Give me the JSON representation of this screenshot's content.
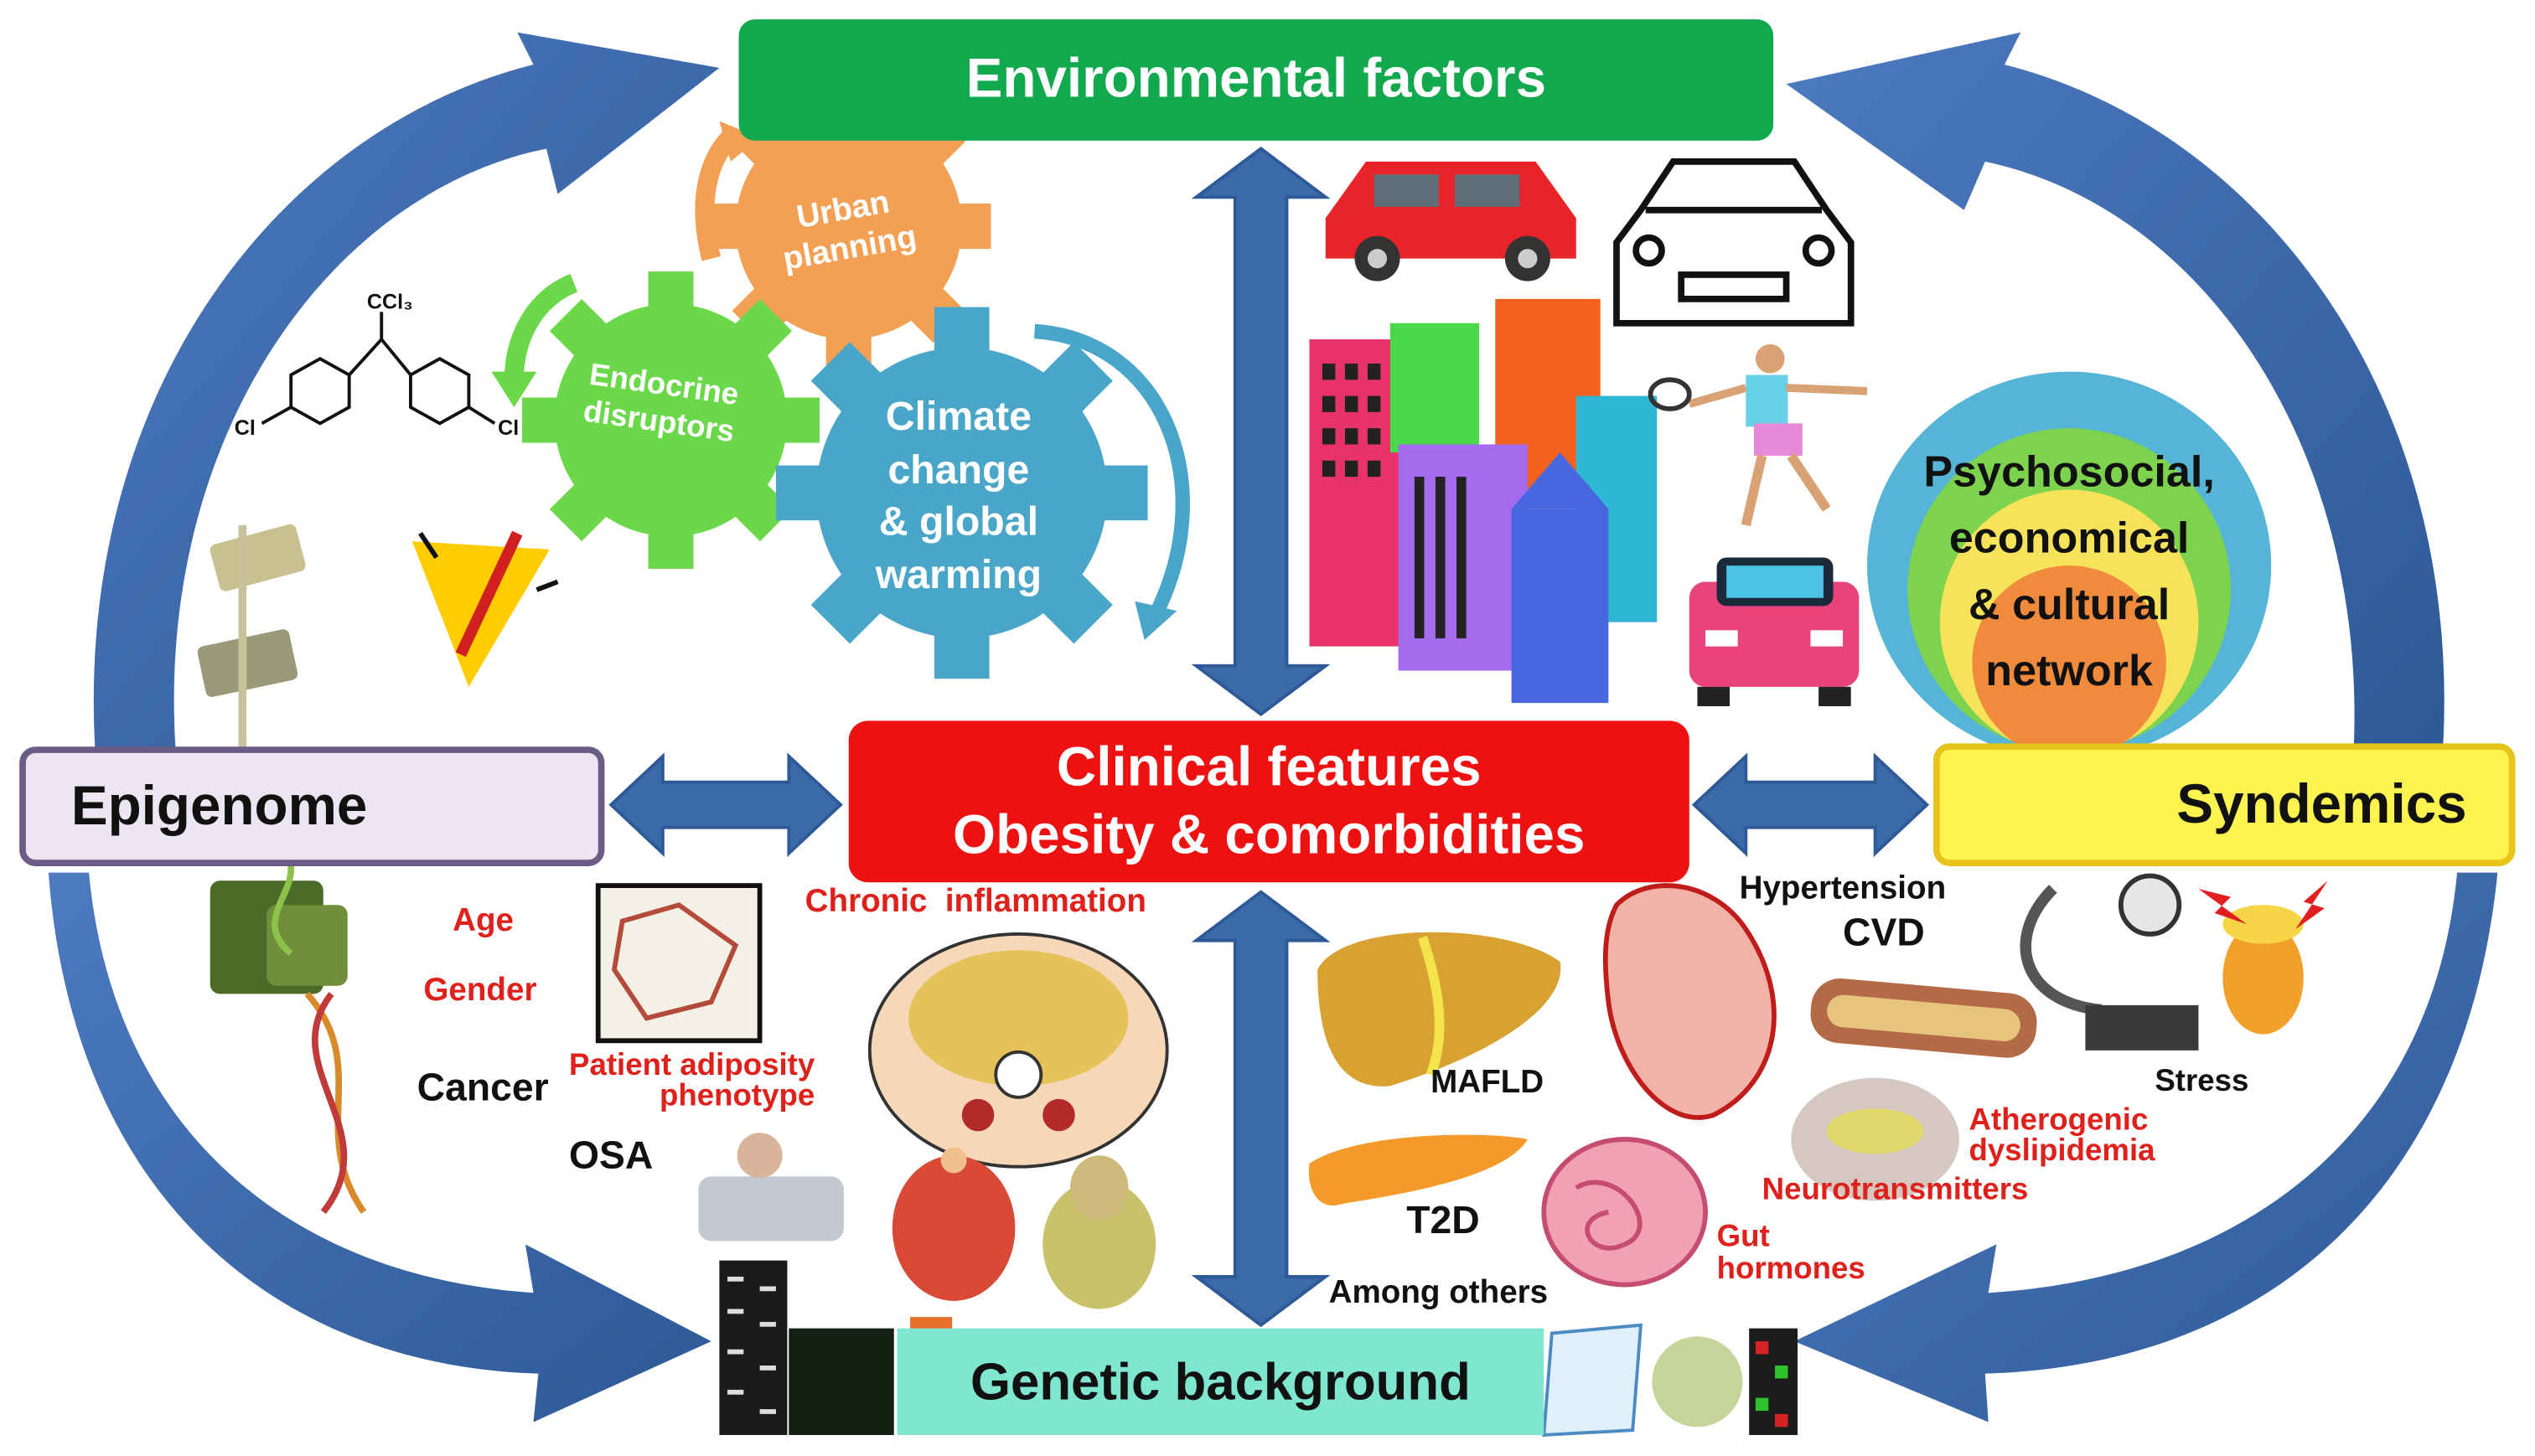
{
  "boxes": {
    "environmental": "Environmental factors",
    "clinical_line1": "Clinical features",
    "clinical_line2": "Obesity & comorbidities",
    "epigenome": "Epigenome",
    "syndemics": "Syndemics",
    "genetic": "Genetic background"
  },
  "gears": {
    "urban_1": "Urban",
    "urban_2": "planning",
    "endocrine_1": "Endocrine",
    "endocrine_2": "disruptors",
    "climate_1": "Climate",
    "climate_2": "change",
    "climate_3": "& global",
    "climate_4": "warming"
  },
  "psychosocial": {
    "line1": "Psychosocial,",
    "line2": "economical",
    "line3": "& cultural",
    "line4": "network"
  },
  "molecule": {
    "ccl3": "CCl₃",
    "cl_left": "Cl",
    "cl_right": "Cl"
  },
  "labels": {
    "age": "Age",
    "gender": "Gender",
    "cancer": "Cancer",
    "osa": "OSA",
    "adiposity_1": "Patient adiposity",
    "adiposity_2": "phenotype",
    "chronic_inflammation": "Chronic  inflammation",
    "hypertension": "Hypertension",
    "cvd": "CVD",
    "mafld": "MAFLD",
    "t2d": "T2D",
    "among_others": "Among others",
    "stress": "Stress",
    "atherogenic_1": "Atherogenic",
    "atherogenic_2": "dyslipidemia",
    "neurotransmitters": "Neurotransmitters",
    "gut_1": "Gut",
    "gut_2": "hormones"
  },
  "colors": {
    "environmental": "#11a84e",
    "clinical": "#ee1111",
    "epigenome_fill": "#ece6f3",
    "epigenome_border": "#6b5b86",
    "syndemics_fill": "#fff44f",
    "syndemics_border": "#e6c41a",
    "genetic": "#7fe6cf",
    "arrows": "#3c6aa9",
    "urban_gear": "#f3a055",
    "endocrine_gear": "#6bd84a",
    "climate_gear": "#4aa6c8",
    "red_label": "#e0201b"
  }
}
